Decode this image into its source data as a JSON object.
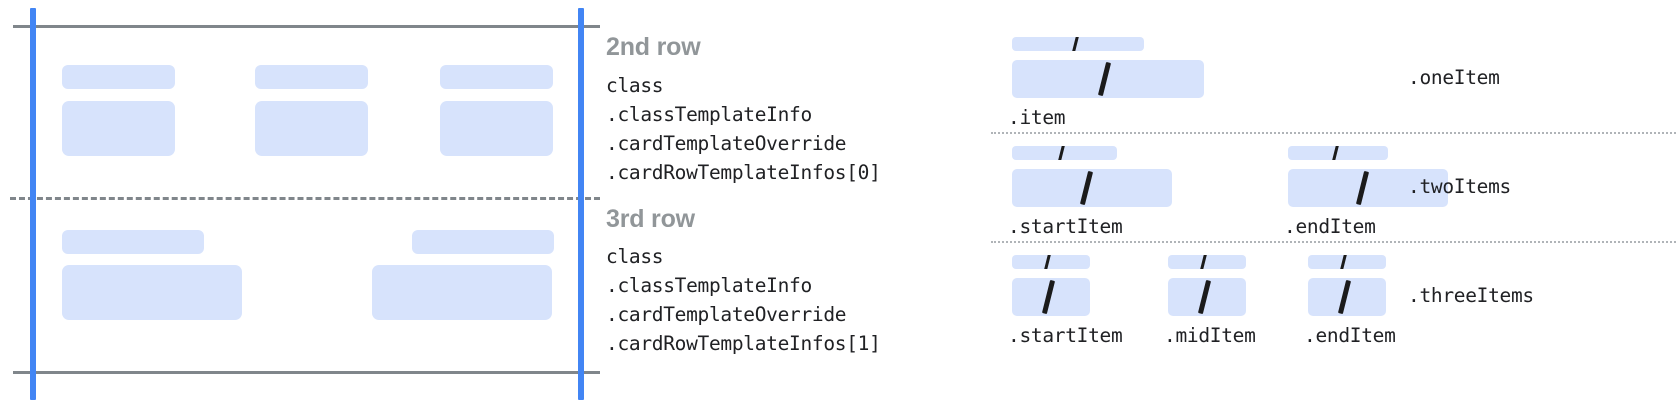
{
  "colors": {
    "placeholder_fill": "#d7e3fc",
    "guide_blue": "#4285f4",
    "rule_gray": "#80868b",
    "heading_gray": "#919699",
    "code_text": "#202124",
    "slash_black": "#1b1b1b",
    "background": "#ffffff"
  },
  "left_diagram": {
    "rows": [
      {
        "name": "2nd row",
        "cards": [
          {
            "title_width": 113,
            "body_width": 113
          },
          {
            "title_width": 113,
            "body_width": 113
          },
          {
            "title_width": 113,
            "body_width": 113
          }
        ]
      },
      {
        "name": "3rd row",
        "cards": [
          {
            "title_width": 142,
            "body_width": 180
          },
          {
            "title_width": 142,
            "body_width": 180
          }
        ]
      }
    ]
  },
  "mid_column": {
    "blocks": [
      {
        "heading": "2nd row",
        "lines": [
          "class",
          ".classTemplateInfo",
          ".cardTemplateOverride",
          ".cardRowTemplateInfos[0]"
        ]
      },
      {
        "heading": "3rd row",
        "lines": [
          "class",
          ".classTemplateInfo",
          ".cardTemplateOverride",
          ".cardRowTemplateInfos[1]"
        ]
      }
    ]
  },
  "right_panel": {
    "groups": [
      {
        "group_label": ".oneItem",
        "slots": [
          {
            "label": ".item",
            "cap_width": 132,
            "main_width": 192
          }
        ]
      },
      {
        "group_label": ".twoItems",
        "slots": [
          {
            "label": ".startItem",
            "cap_width": 105,
            "main_width": 160
          },
          {
            "label": ".endItem",
            "cap_width": 100,
            "main_width": 160
          }
        ]
      },
      {
        "group_label": ".threeItems",
        "slots": [
          {
            "label": ".startItem",
            "cap_width": 78,
            "main_width": 78
          },
          {
            "label": ".midItem",
            "cap_width": 78,
            "main_width": 78
          },
          {
            "label": ".endItem",
            "cap_width": 78,
            "main_width": 78
          }
        ]
      }
    ]
  }
}
